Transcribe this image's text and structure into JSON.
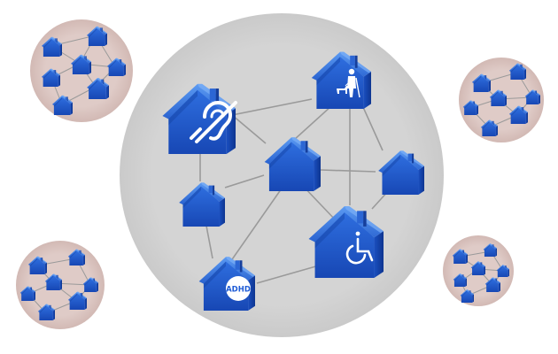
{
  "diagram": {
    "center_badge": {
      "text": "ADHD"
    },
    "colors": {
      "main_circle": "#d4d4d4",
      "cluster_circle": "#dcc7c3",
      "edge": "#9a9a9a",
      "house_roof": "#3f7fe6",
      "house_front": "#1f5cd6",
      "house_side": "#1443a8"
    },
    "houses": [
      {
        "id": "hearing",
        "icon": "hearing-impaired-icon"
      },
      {
        "id": "elder",
        "icon": "elder-with-guide-dog-icon"
      },
      {
        "id": "center",
        "icon": "none"
      },
      {
        "id": "right",
        "icon": "none"
      },
      {
        "id": "left",
        "icon": "none"
      },
      {
        "id": "wheel",
        "icon": "wheelchair-icon"
      },
      {
        "id": "adhd",
        "icon": "adhd-badge-icon"
      }
    ],
    "clusters": [
      {
        "id": "top-left"
      },
      {
        "id": "top-right"
      },
      {
        "id": "bottom-left"
      },
      {
        "id": "bottom-right"
      }
    ]
  }
}
